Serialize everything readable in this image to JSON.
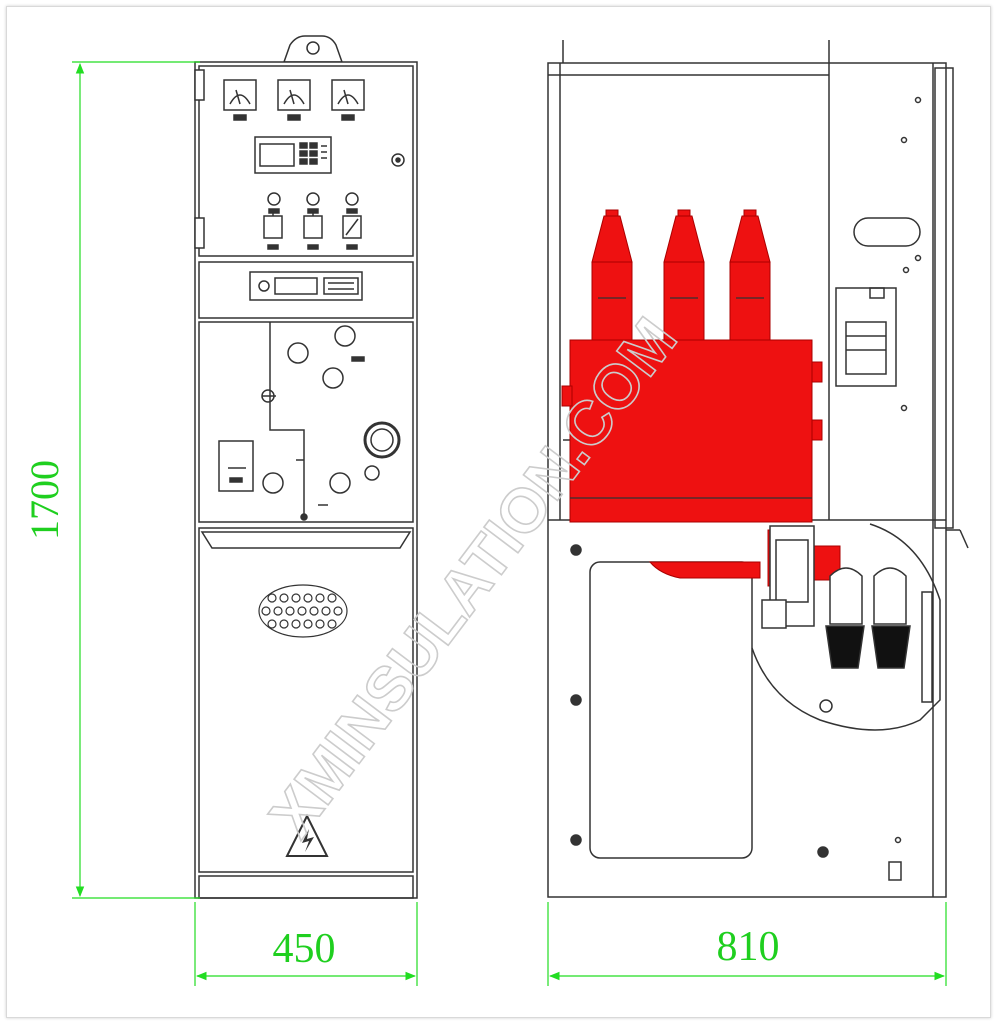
{
  "drawing": {
    "dimensions": {
      "height": "1700",
      "front_width": "450",
      "side_depth": "810"
    },
    "watermark": "XMINSULATION.COM",
    "colors": {
      "dimension_line": "#22dd22",
      "dimension_text": "#1fcf1f",
      "insulation": "#ee1111",
      "line": "#333333",
      "watermark": "#cccccc"
    }
  }
}
